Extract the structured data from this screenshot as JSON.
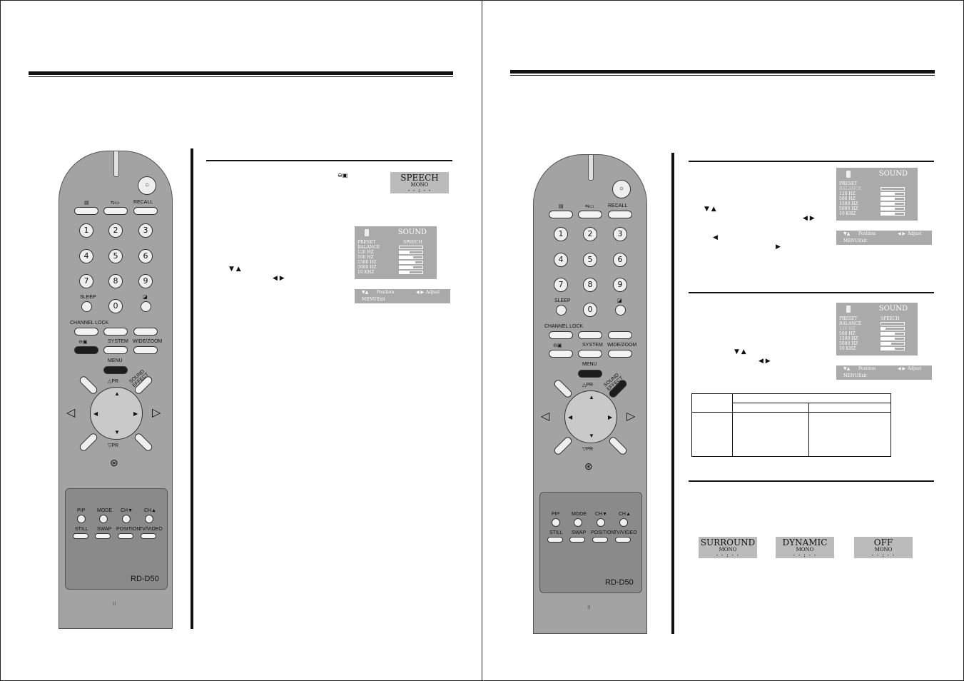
{
  "remote": {
    "recall": "RECALL",
    "numbers": [
      "1",
      "2",
      "3",
      "4",
      "5",
      "6",
      "7",
      "8",
      "9",
      "0"
    ],
    "sleep": "SLEEP",
    "channel_lock": "CHANNEL LOCK",
    "system": "SYSTEM",
    "wide_zoom": "WIDE/ZOOM",
    "menu": "MENU",
    "pr_up": "PR",
    "pr_down": "PR",
    "sound_effect": "SOUND EFFECT",
    "pip": "PIP",
    "mode": "MODE",
    "ch_down": "CH▼",
    "ch_up": "CH▲",
    "still": "STILL",
    "swap": "SWAP",
    "position": "POSITION",
    "tv_video": "TV/VIDEO",
    "model": "RD-D50"
  },
  "osd": {
    "speech_title": "SPEECH",
    "mono": "MONO",
    "dashes": "- - : - -",
    "sound_title": "SOUND",
    "rows": [
      "PRESET",
      "BALANCE",
      "120   HZ",
      "500   HZ",
      "1500  HZ",
      "5000  HZ",
      "10   KHZ"
    ],
    "preset_value": "SPEECH",
    "help_position": "Position",
    "help_adjust": "Adjust",
    "help_menu": "MENU",
    "help_exit": "Exit",
    "surround": "SURROUND",
    "dynamic": "DYNAMIC",
    "off": "OFF"
  },
  "glyphs": {
    "down_up": "▼ ▲",
    "left_right": "◀ ▶",
    "left": "◀",
    "right": "▶"
  }
}
